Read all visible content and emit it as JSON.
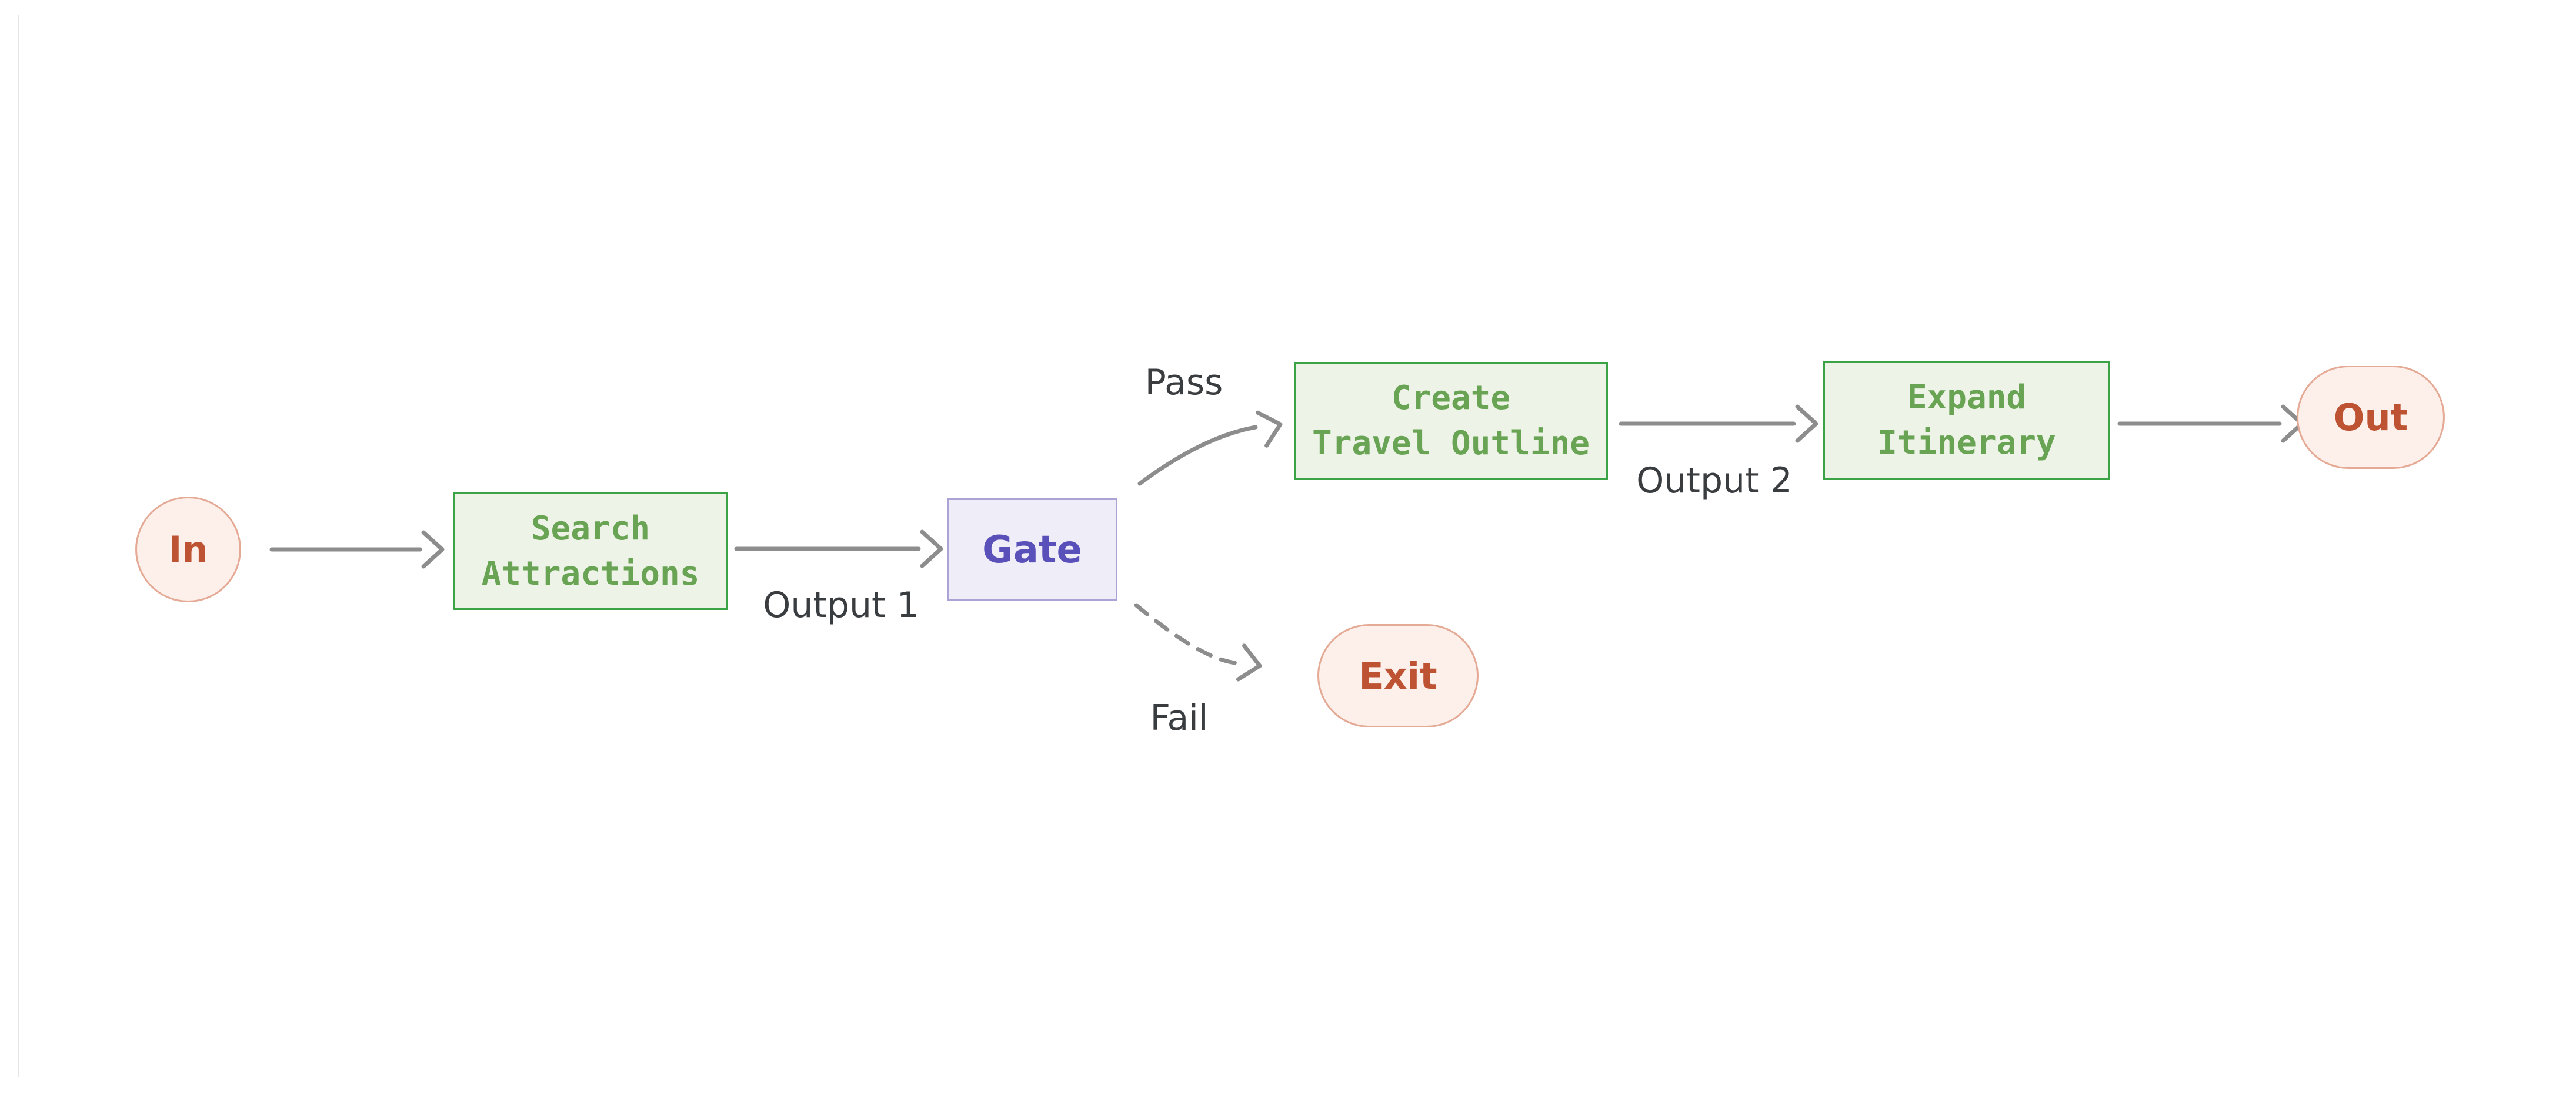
{
  "diagram": {
    "type": "workflow-flowchart",
    "nodes": {
      "in": {
        "label": "In",
        "kind": "terminal"
      },
      "search": {
        "line1": "Search",
        "line2": "Attractions",
        "kind": "tool"
      },
      "gate": {
        "label": "Gate",
        "kind": "gate"
      },
      "create": {
        "line1": "Create",
        "line2": "Travel Outline",
        "kind": "tool"
      },
      "expand": {
        "line1": "Expand",
        "line2": "Itinerary",
        "kind": "tool"
      },
      "out": {
        "label": "Out",
        "kind": "terminal"
      },
      "exit": {
        "label": "Exit",
        "kind": "terminal"
      }
    },
    "edge_labels": {
      "output1": "Output 1",
      "output2": "Output 2",
      "pass": "Pass",
      "fail": "Fail"
    },
    "edges": [
      {
        "from": "In",
        "to": "Search Attractions",
        "style": "solid"
      },
      {
        "from": "Search Attractions",
        "to": "Gate",
        "style": "solid",
        "label": "Output 1"
      },
      {
        "from": "Gate",
        "to": "Create Travel Outline",
        "style": "solid-curve",
        "label": "Pass"
      },
      {
        "from": "Gate",
        "to": "Exit",
        "style": "dashed-curve",
        "label": "Fail"
      },
      {
        "from": "Create Travel Outline",
        "to": "Expand Itinerary",
        "style": "solid",
        "label": "Output 2"
      },
      {
        "from": "Expand Itinerary",
        "to": "Out",
        "style": "solid"
      }
    ],
    "colors": {
      "tool_fill": "#eef3e8",
      "tool_border": "#3ba345",
      "tool_text": "#69a455",
      "gate_fill": "#efeef8",
      "gate_border": "#a9a3d6",
      "gate_text": "#5a50ba",
      "terminal_fill": "#fdf0ea",
      "terminal_border": "#e5aa95",
      "terminal_text": "#bd5333",
      "arrow": "#8d8d8d",
      "edge_label_text": "#3a3d40",
      "background": "#ffffff"
    }
  }
}
